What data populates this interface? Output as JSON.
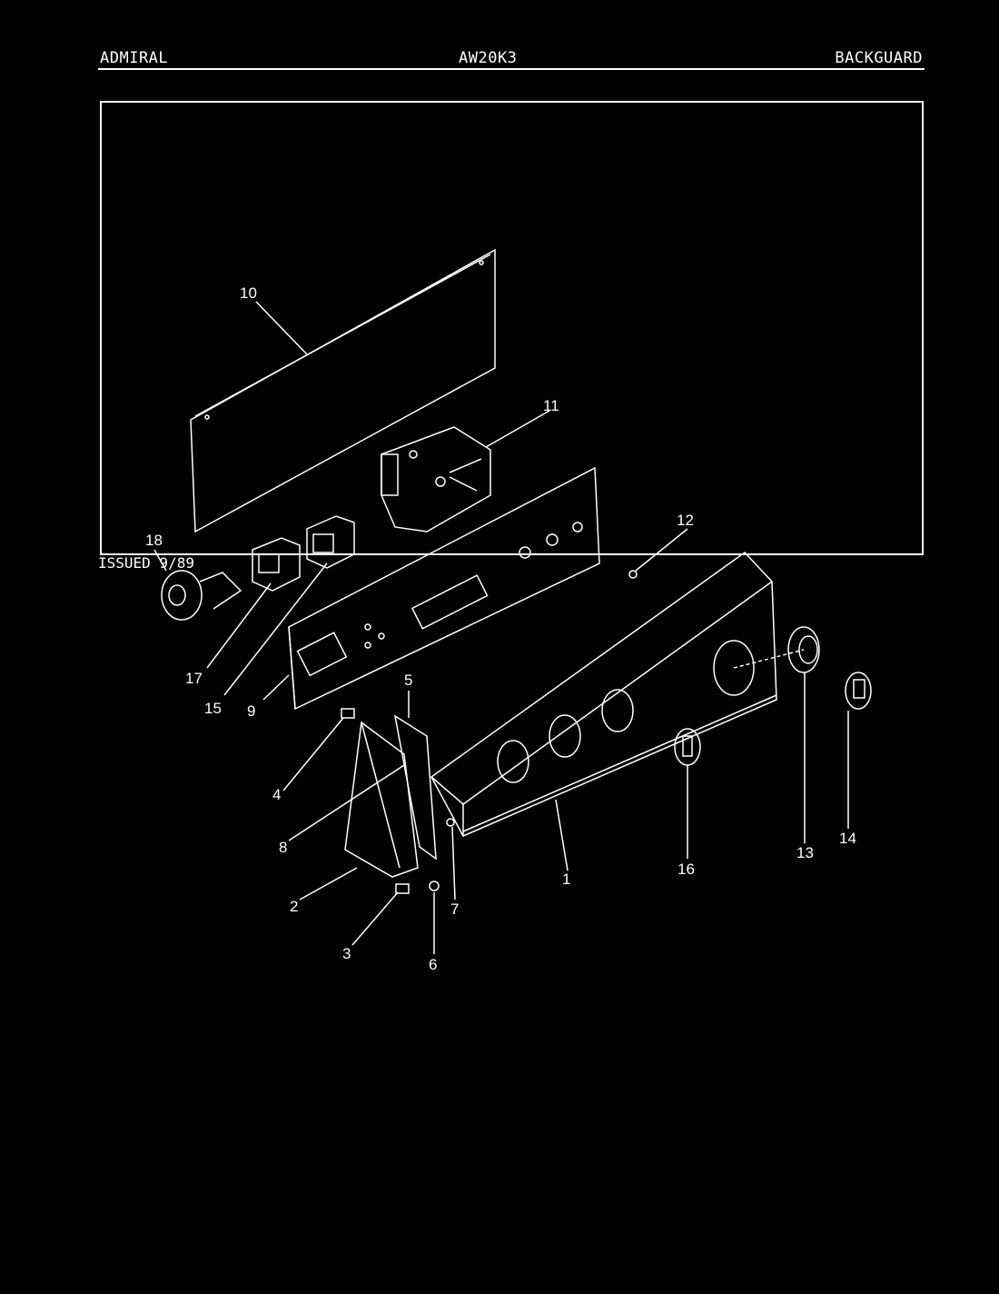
{
  "header": {
    "brand": "ADMIRAL",
    "model": "AW20K3",
    "section": "BACKGUARD"
  },
  "footer": {
    "issued": "ISSUED 9/89"
  },
  "diagram": {
    "callouts": [
      "1",
      "2",
      "3",
      "4",
      "5",
      "6",
      "7",
      "8",
      "9",
      "10",
      "11",
      "12",
      "13",
      "14",
      "15",
      "16",
      "17",
      "18"
    ]
  },
  "colors": {
    "background": "#000000",
    "line": "#ffffff"
  }
}
